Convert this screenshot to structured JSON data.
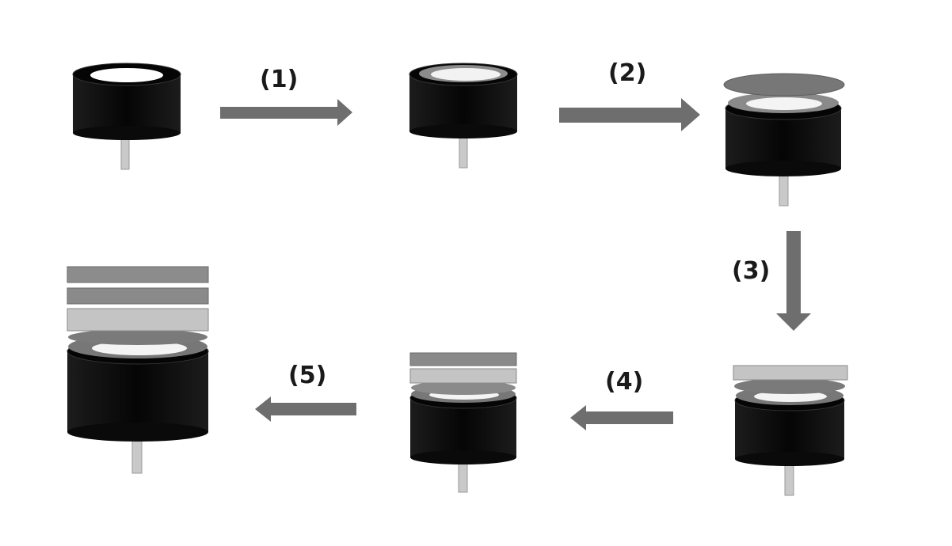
{
  "steps": [
    {
      "label": "(1)"
    },
    {
      "label": "(2)"
    },
    {
      "label": "(3)"
    },
    {
      "label": "(4)"
    },
    {
      "label": "(5)"
    }
  ],
  "colors": {
    "electrode_body": "#0a0a0a",
    "electrode_pin": "#c8c8c8",
    "electrode_face": "#ffffff",
    "arrow": "#6e6e6e",
    "layer_1_gray": "#777777",
    "layer_2_light": "#c4c4c4",
    "layer_3_mid": "#8a8a8a",
    "layer_4_dark": "#7a7a7a"
  }
}
